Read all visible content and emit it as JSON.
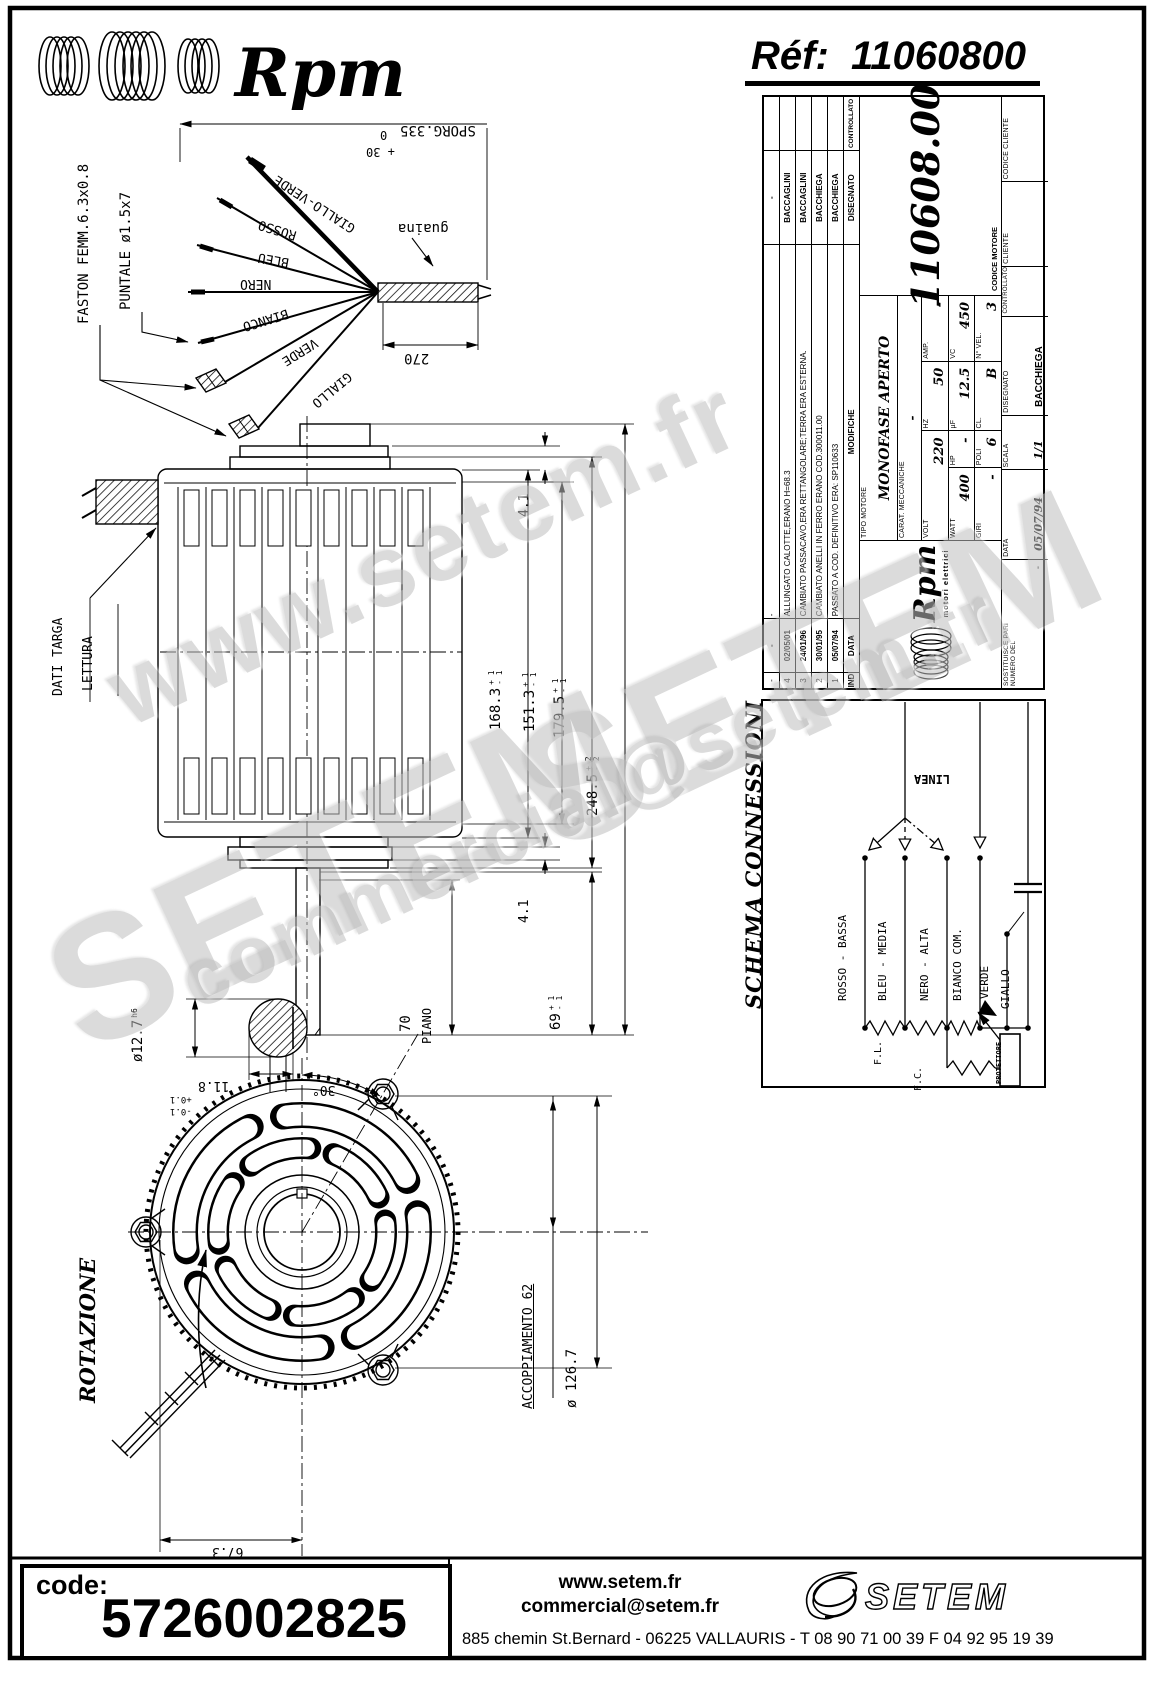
{
  "header": {
    "brand": "Rpm",
    "ref_label": "Réf:",
    "ref_value": "11060800"
  },
  "wire_diagram": {
    "faston_label": "FASTON FEMM.6.3x0.8",
    "puntale_label": "PUNTALE ø1.5x7",
    "guaina_label": "guaina",
    "sporg_label": "SPORG.335",
    "sporg_tol_top": "0",
    "sporg_tol_bottom": "+ 30",
    "sheath_dim": "270",
    "wires": [
      "GIALLO-VERDE",
      "ROSSO",
      "BLEU",
      "NERO",
      "BIANCO",
      "VERDE",
      "GIALLO"
    ]
  },
  "title_block": {
    "revisions": {
      "col_ind": "IND",
      "col_data": "DATA",
      "col_modifiche": "MODIFICHE",
      "col_disegnato": "DISEGNATO",
      "col_controllato": "CONTROLLATO",
      "rows": [
        {
          "ind": "-",
          "date": "-",
          "text": "-",
          "by": "-"
        },
        {
          "ind": "4",
          "date": "02/05/01",
          "text": "ALLUNGATO CALOTTE,ERANO H=68.3",
          "by": "BACCAGLINI"
        },
        {
          "ind": "3",
          "date": "24/01/96",
          "text": "CAMBIATO PASSACAVO,ERA RETTANGOLARE;TERRA ERA ESTERNA.",
          "by": "BACCAGLINI"
        },
        {
          "ind": "2",
          "date": "30/01/95",
          "text": "CAMBIATO ANELLI IN FERRO ERANO COD.300011.00",
          "by": "BACCHIEGA"
        },
        {
          "ind": "1",
          "date": "05/07/94",
          "text": "PASSATO A COD. DEFINITIVO ERA: SP110633",
          "by": "BACCHIEGA"
        }
      ]
    },
    "logo": {
      "brand": "Rpm",
      "sub": "motori elettrici"
    },
    "tipo_label": "TIPO MOTORE",
    "tipo_value": "MONOFASE APERTO",
    "carat_label": "CARAT. MECCANICHE",
    "carat_value": "-",
    "elec": {
      "volt_l": "VOLT",
      "volt_v": "220",
      "hz_l": "HZ",
      "hz_v": "50",
      "amp_l": "AMP.",
      "amp_v": "-",
      "watt_l": "WATT",
      "watt_v": "400",
      "hp_l": "HP",
      "hp_v": "-",
      "uf_l": "µF",
      "uf_v": "12.5",
      "vc_l": "VC",
      "vc_v": "450",
      "giri_l": "GIRI",
      "giri_v": "-",
      "poli_l": "POLI",
      "poli_v": "6",
      "cl_l": "CL.",
      "cl_v": "B",
      "nvel_l": "N° VEL.",
      "nvel_v": "3"
    },
    "codice_motore_label": "CODICE MOTORE",
    "codice_motore": "110608.00",
    "sostituisce_label": "SOSTITUISCE PARI NUMERO DEL",
    "sostituisce_value": "-",
    "data_label": "DATA",
    "data_value": "05/07/94",
    "scala_label": "SCALA",
    "scala_value": "1/1",
    "disegnato_label": "DISEGNATO",
    "disegnato_value": "BACCHIEGA",
    "controllato_label": "CONTROLLATO",
    "cliente_label": "CLIENTE",
    "codice_cliente_label": "CODICE CLIENTE"
  },
  "schema": {
    "title": "SCHEMA CONNESSIONI",
    "linea": "LINEA",
    "wires": [
      "ROSSO - BASSA",
      "BLEU - MEDIA",
      "NERO - ALTA",
      "BIANCO COM.",
      "VERDE",
      "GIALLO"
    ],
    "fl": "F.L.",
    "fc": "F.C.",
    "protettore": "PROTETTORE"
  },
  "side_view": {
    "dati_targa": "DATI TARGA",
    "lettura": "LETTURA",
    "piano": "PIANO",
    "dim_body": "168.3",
    "dim_pack": "151.3",
    "dim_flange": "179.5",
    "dim_total": "248.5",
    "tol_p1": "+ 1",
    "tol_m1": "- 1",
    "tol_p2": "+ 2",
    "tol_m2": "- 2",
    "dim_cap_top": "4.1",
    "dim_cap_bottom": "4.1",
    "dim_shaft": "69",
    "dim_piano": "70",
    "dim_shaft_d": "ø12.7",
    "shaft_fit": "h6",
    "dim_key": "11.8",
    "key_tol_p": "+0.1",
    "key_tol_m": "-0.1"
  },
  "front_view": {
    "rotazione": "ROTAZIONE",
    "angle": "30°",
    "accoppiamento": "ACCOPPIAMENTO 62",
    "diameter": "ø 126.7",
    "dim_width": "67.3"
  },
  "watermark": {
    "line1": "www.setem.fr",
    "line2": "SETEM",
    "line3": "commercial@setem.fr"
  },
  "footer": {
    "code_label": "code:",
    "code_value": "5726002825",
    "site": "www.setem.fr",
    "email": "commercial@setem.fr",
    "brand": "SETEM",
    "address": "885 chemin St.Bernard  -  06225 VALLAURIS  -  T 08 90 71 00 39   F 04 92 95 19 39"
  }
}
